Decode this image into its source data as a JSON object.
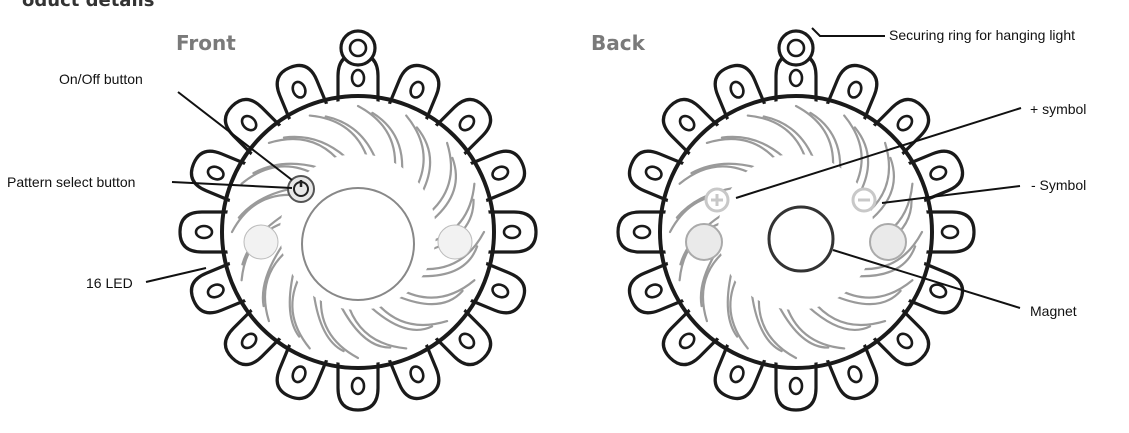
{
  "heading_fragment": "oduct details",
  "front": {
    "title": "Front",
    "labels": {
      "onoff": "On/Off button",
      "pattern": "Pattern select button",
      "leds": "16 LED"
    }
  },
  "back": {
    "title": "Back",
    "labels": {
      "ring": "Securing ring for hanging light",
      "plus": "+ symbol",
      "minus": "- Symbol",
      "magnet": "Magnet"
    }
  },
  "icons": [
    "power-icon",
    "plus-circle-icon",
    "minus-circle-icon"
  ],
  "colors": {
    "outline": "#1a1a1a",
    "title_gray": "#7a7a7a",
    "rib_gray": "#9a9a9a"
  }
}
